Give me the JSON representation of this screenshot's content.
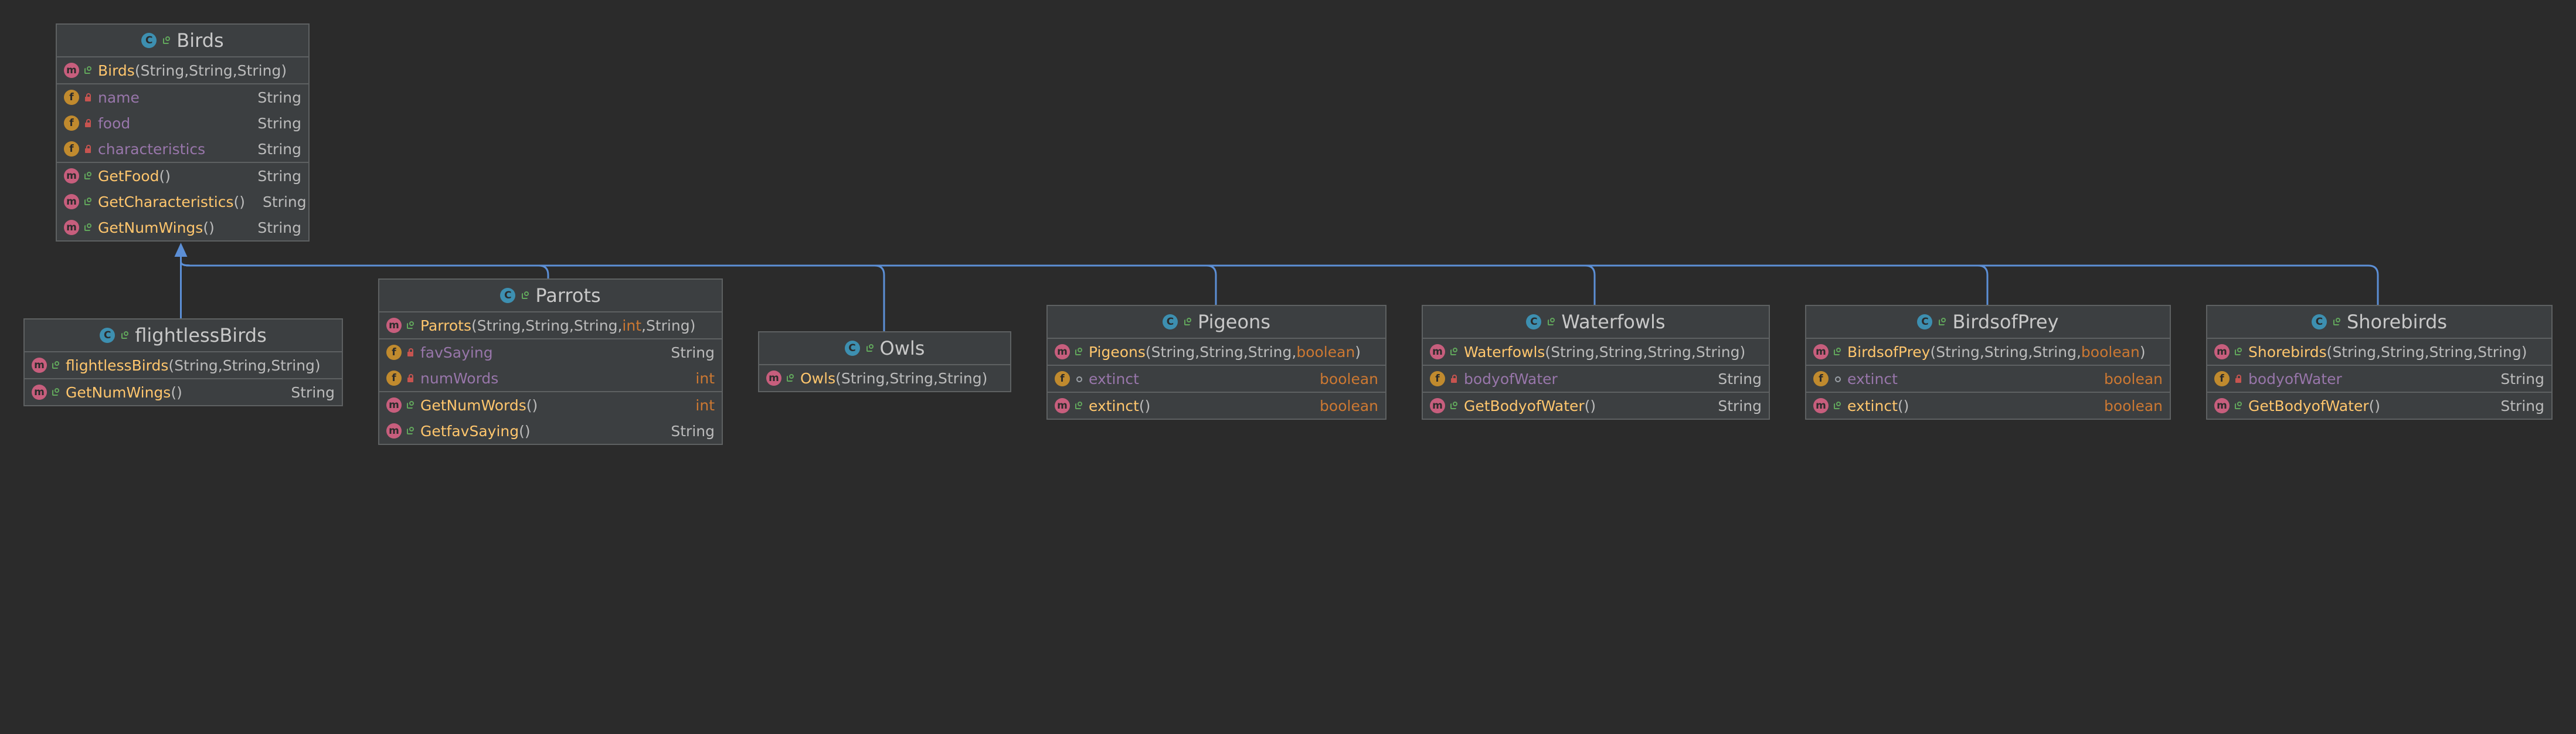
{
  "classes": [
    {
      "id": "birds",
      "name": "Birds",
      "constructors": [
        {
          "name": "Birds",
          "params": [
            "String",
            "String",
            "String"
          ]
        }
      ],
      "fields": [
        {
          "name": "name",
          "type": "String",
          "visibility": "private"
        },
        {
          "name": "food",
          "type": "String",
          "visibility": "private"
        },
        {
          "name": "characteristics",
          "type": "String",
          "visibility": "private"
        }
      ],
      "methods": [
        {
          "name": "GetFood",
          "return": "String"
        },
        {
          "name": "GetCharacteristics",
          "return": "String"
        },
        {
          "name": "GetNumWings",
          "return": "String"
        }
      ]
    },
    {
      "id": "flightlessbirds",
      "name": "flightlessBirds",
      "constructors": [
        {
          "name": "flightlessBirds",
          "params": [
            "String",
            "String",
            "String"
          ]
        }
      ],
      "fields": [],
      "methods": [
        {
          "name": "GetNumWings",
          "return": "String"
        }
      ]
    },
    {
      "id": "parrots",
      "name": "Parrots",
      "constructors": [
        {
          "name": "Parrots",
          "params": [
            "String",
            "String",
            "String",
            "int",
            "String"
          ]
        }
      ],
      "fields": [
        {
          "name": "favSaying",
          "type": "String",
          "visibility": "private"
        },
        {
          "name": "numWords",
          "type": "int",
          "visibility": "private"
        }
      ],
      "methods": [
        {
          "name": "GetNumWords",
          "return": "int"
        },
        {
          "name": "GetfavSaying",
          "return": "String"
        }
      ]
    },
    {
      "id": "owls",
      "name": "Owls",
      "constructors": [
        {
          "name": "Owls",
          "params": [
            "String",
            "String",
            "String"
          ]
        }
      ],
      "fields": [],
      "methods": []
    },
    {
      "id": "pigeons",
      "name": "Pigeons",
      "constructors": [
        {
          "name": "Pigeons",
          "params": [
            "String",
            "String",
            "String",
            "boolean"
          ]
        }
      ],
      "fields": [
        {
          "name": "extinct",
          "type": "boolean",
          "visibility": "package"
        }
      ],
      "methods": [
        {
          "name": "extinct",
          "return": "boolean"
        }
      ]
    },
    {
      "id": "waterfowls",
      "name": "Waterfowls",
      "constructors": [
        {
          "name": "Waterfowls",
          "params": [
            "String",
            "String",
            "String",
            "String"
          ]
        }
      ],
      "fields": [
        {
          "name": "bodyofWater",
          "type": "String",
          "visibility": "private"
        }
      ],
      "methods": [
        {
          "name": "GetBodyofWater",
          "return": "String"
        }
      ]
    },
    {
      "id": "birdsofprey",
      "name": "BirdsofPrey",
      "constructors": [
        {
          "name": "BirdsofPrey",
          "params": [
            "String",
            "String",
            "String",
            "boolean"
          ]
        }
      ],
      "fields": [
        {
          "name": "extinct",
          "type": "boolean",
          "visibility": "package"
        }
      ],
      "methods": [
        {
          "name": "extinct",
          "return": "boolean"
        }
      ]
    },
    {
      "id": "shorebirds",
      "name": "Shorebirds",
      "constructors": [
        {
          "name": "Shorebirds",
          "params": [
            "String",
            "String",
            "String",
            "String"
          ]
        }
      ],
      "fields": [
        {
          "name": "bodyofWater",
          "type": "String",
          "visibility": "private"
        }
      ],
      "methods": [
        {
          "name": "GetBodyofWater",
          "return": "String"
        }
      ]
    }
  ],
  "inheritance": [
    {
      "child": "flightlessbirds",
      "parent": "birds"
    },
    {
      "child": "parrots",
      "parent": "birds"
    },
    {
      "child": "owls",
      "parent": "birds"
    },
    {
      "child": "pigeons",
      "parent": "birds"
    },
    {
      "child": "waterfowls",
      "parent": "birds"
    },
    {
      "child": "birdsofprey",
      "parent": "birds"
    },
    {
      "child": "shorebirds",
      "parent": "birds"
    }
  ],
  "badges": {
    "class": "C",
    "method": "m",
    "field": "f"
  },
  "colors": {
    "edge": "#5c8fd6",
    "method": "#ffc66d",
    "field": "#9876aa",
    "keyword": "#cc7832",
    "class_badge": "#3d8fb0",
    "method_badge": "#c75e7d",
    "field_badge": "#c08a2e"
  }
}
